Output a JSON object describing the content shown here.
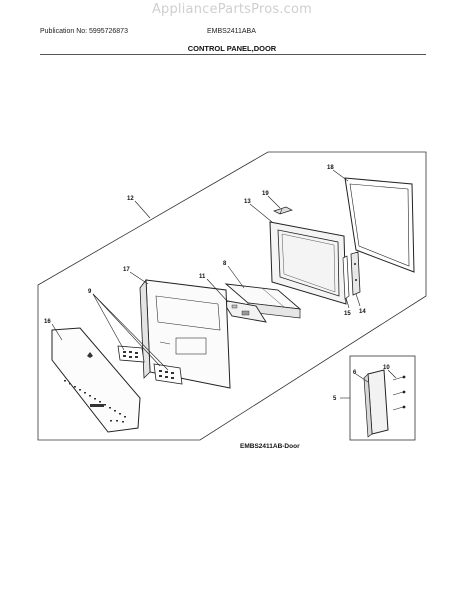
{
  "watermark": "AppliancePartsPros.com",
  "header": {
    "publication": "Publication No: 5995726873",
    "model": "EMBS2411ABA",
    "section_title": "CONTROL PANEL,DOOR"
  },
  "diagram": {
    "caption": "EMBS2411AB-Door",
    "callouts": [
      "18",
      "19",
      "13",
      "12",
      "17",
      "11",
      "8",
      "9",
      "16",
      "15",
      "14",
      "10",
      "6",
      "5"
    ]
  }
}
